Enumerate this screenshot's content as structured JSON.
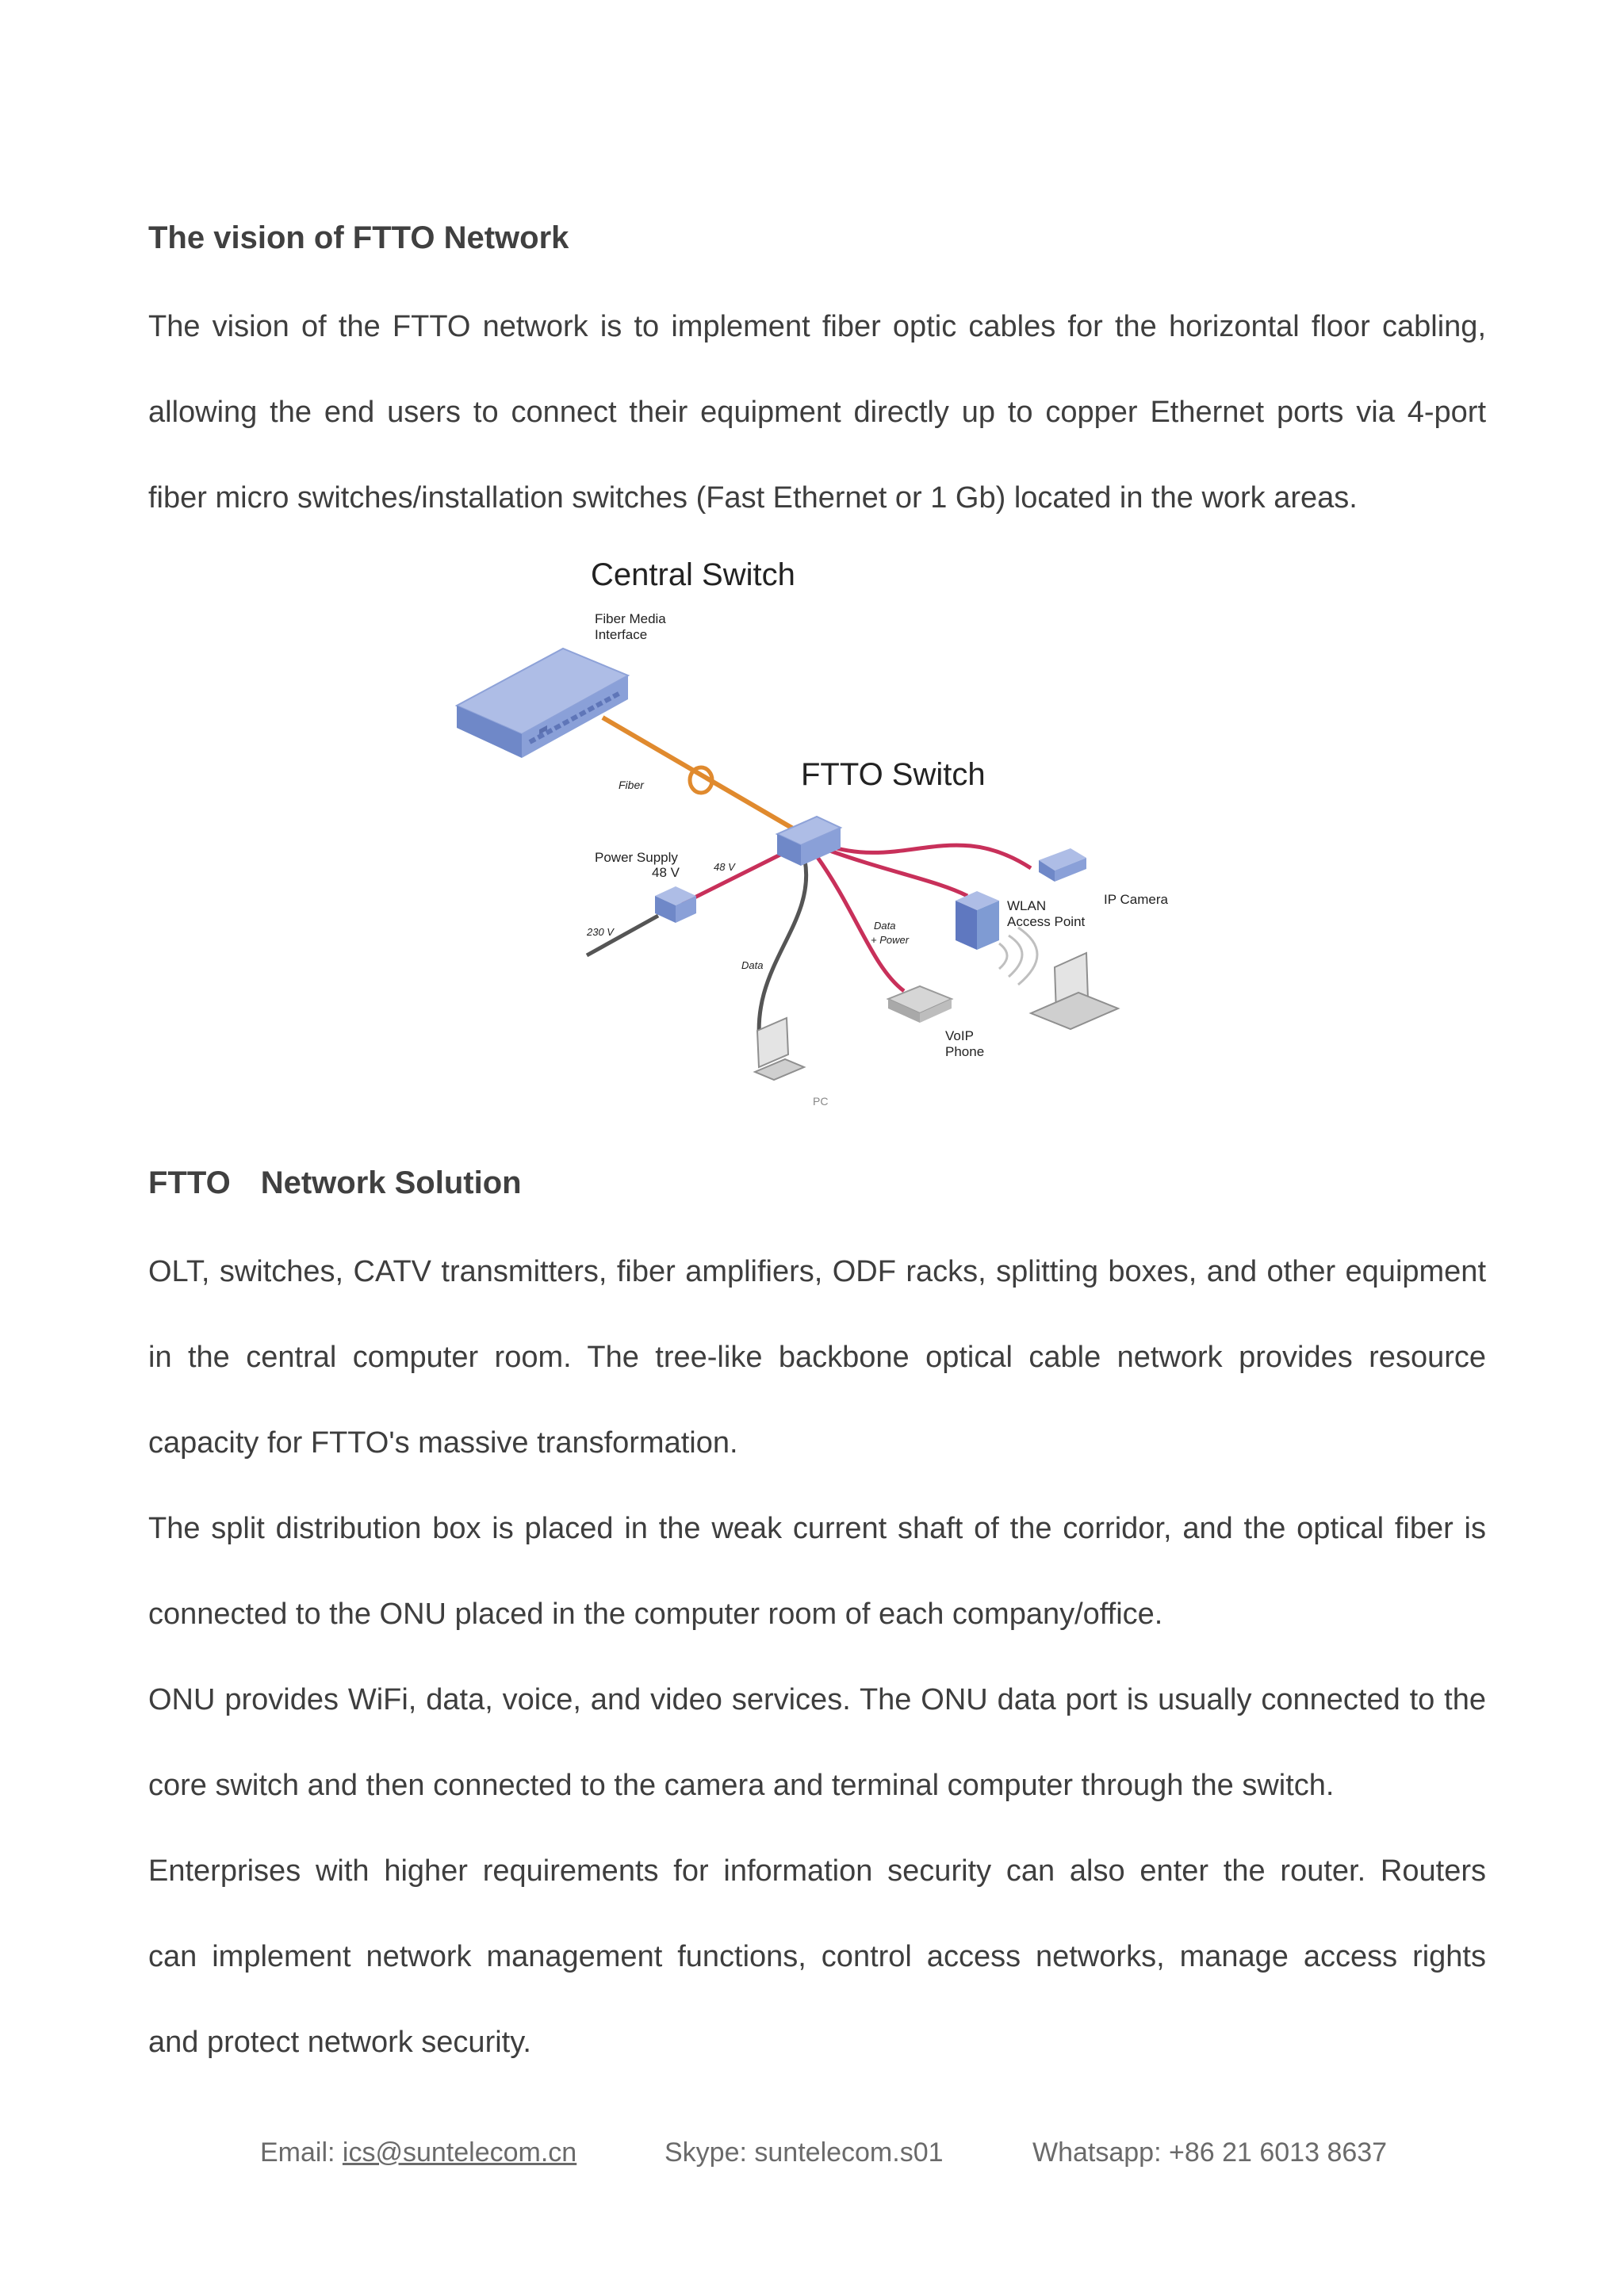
{
  "section1": {
    "heading": "The vision of FTTO Network",
    "lines": [
      "The vision of the FTTO network is to implement fiber optic cables for the horizontal floor cabling,",
      "allowing the end users to connect their equipment directly up to copper Ethernet ports via 4-port",
      "fiber micro switches/installation switches (Fast Ethernet or 1 Gb) located in the work areas."
    ]
  },
  "diagram": {
    "central_switch": "Central Switch",
    "fiber_media": "Fiber Media",
    "interface": "Interface",
    "fiber": "Fiber",
    "ftto_switch": "FTTO Switch",
    "power_supply": "Power Supply",
    "power_48v_label": "48 V",
    "v48": "48 V",
    "v230": "230 V",
    "data_pc": "Data",
    "data_power_1": "Data",
    "data_power_2": "+ Power",
    "wlan_1": "WLAN",
    "wlan_2": "Access Point",
    "ip_camera": "IP Camera",
    "voip_1": "VoIP",
    "voip_2": "Phone",
    "pc": "PC",
    "colors": {
      "fiber": "#e08a2e",
      "copper": "#c8305a",
      "device": "#7f9bd3",
      "cable_dark": "#555555"
    }
  },
  "section2": {
    "heading_1": "FTTO",
    "heading_2": "Network Solution",
    "lines": [
      "OLT, switches, CATV transmitters, fiber amplifiers, ODF racks, splitting boxes, and other equipment",
      "in the central computer room. The tree-like backbone optical cable network provides resource",
      "capacity for FTTO's massive transformation.",
      "The split distribution box is placed in the weak current shaft of the corridor, and the optical fiber is",
      "connected to the ONU placed in the computer room of each company/office.",
      "ONU provides WiFi, data, voice, and video services. The ONU data port is usually connected to the",
      "core switch and then connected to the camera and terminal computer through the switch.",
      "Enterprises with higher requirements for information security can also enter the router. Routers",
      "can implement network management functions, control access networks, manage access rights",
      "and protect network security."
    ]
  },
  "footer": {
    "email_label": "Email: ",
    "email": "ics@suntelecom.cn",
    "skype": "Skype: suntelecom.s01",
    "whatsapp": "Whatsapp: +86 21 6013 8637"
  }
}
